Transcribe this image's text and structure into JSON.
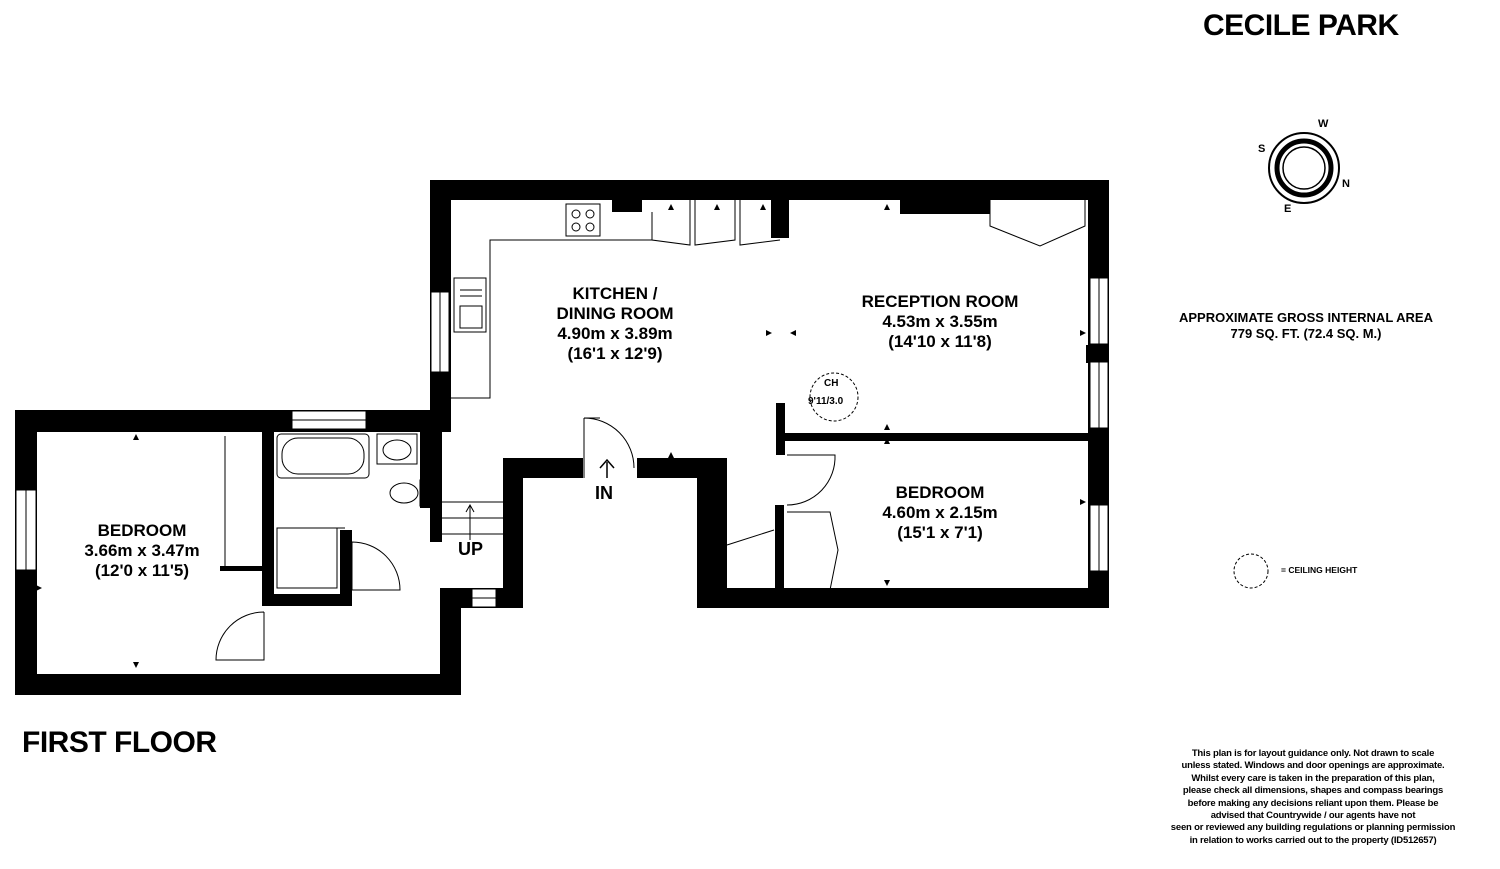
{
  "header": {
    "title": "CECILE PARK"
  },
  "floor": {
    "label": "FIRST FLOOR"
  },
  "area": {
    "line1": "APPROXIMATE GROSS INTERNAL AREA",
    "line2": "779 SQ. FT. (72.4 SQ. M.)"
  },
  "rooms": {
    "kitchen": {
      "name_line1": "KITCHEN /",
      "name_line2": "DINING ROOM",
      "metric": "4.90m x 3.89m",
      "imperial": "(16'1 x 12'9)"
    },
    "reception": {
      "name": "RECEPTION ROOM",
      "metric": "4.53m x 3.55m",
      "imperial": "(14'10 x 11'8)"
    },
    "bedroom_right": {
      "name": "BEDROOM",
      "metric": "4.60m x 2.15m",
      "imperial": "(15'1 x 7'1)"
    },
    "bedroom_left": {
      "name": "BEDROOM",
      "metric": "3.66m x 3.47m",
      "imperial": "(12'0 x 11'5)"
    }
  },
  "markers": {
    "entrance": "IN",
    "stairs": "UP",
    "ceiling_abbr": "CH",
    "ceiling_value": "9'11/3.0"
  },
  "compass": {
    "w": "W",
    "s": "S",
    "n": "N",
    "e": "E"
  },
  "legend": {
    "ceiling_height": "= CEILING HEIGHT"
  },
  "disclaimer": [
    "This plan is for layout guidance only. Not drawn to scale",
    "unless stated. Windows and door openings are approximate.",
    "Whilst every care is taken in the preparation of this plan,",
    "please check all dimensions, shapes and compass bearings",
    "before making any decisions reliant upon them. Please be",
    "advised that Countrywide / our agents have not",
    "seen or reviewed any building regulations or planning permission",
    "in relation to works carried out to the property (ID512657)"
  ]
}
